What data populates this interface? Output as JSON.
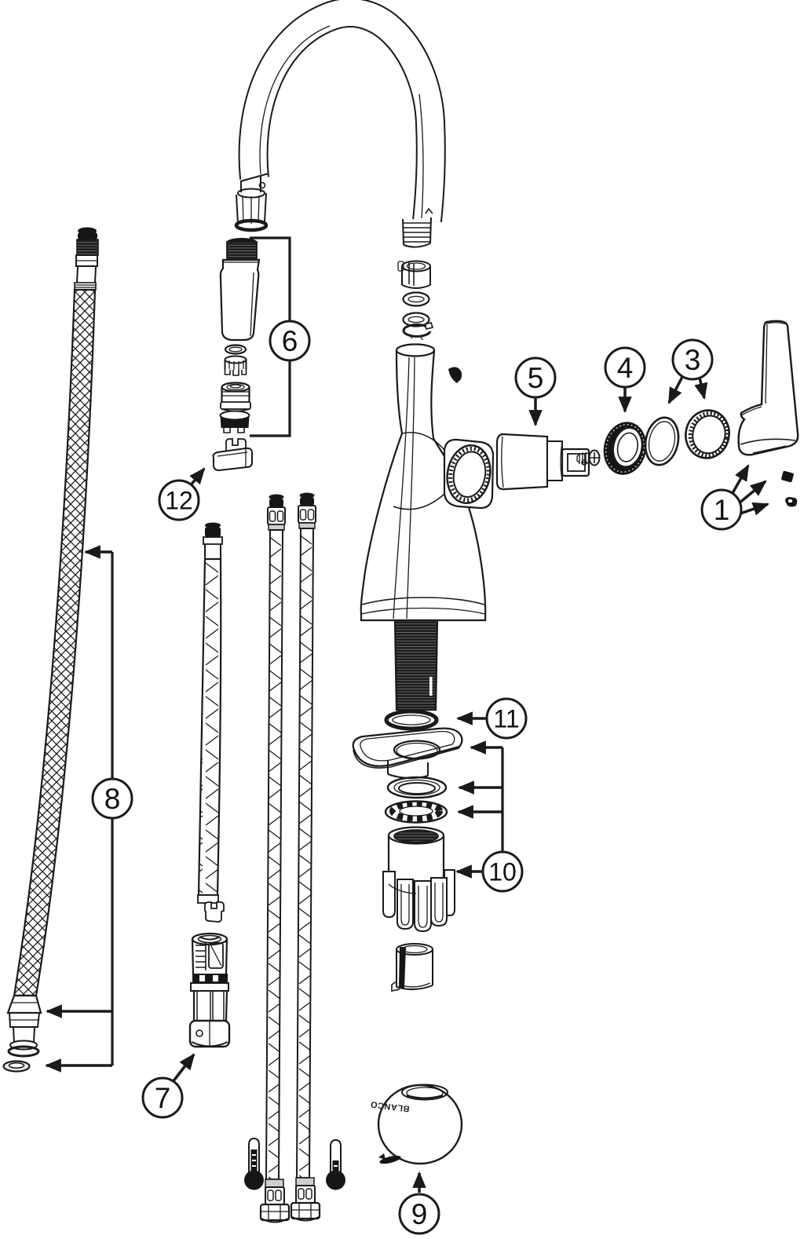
{
  "figure": {
    "kind": "exploded-parts-diagram",
    "background": "#ffffff",
    "line_color": "#1a1a1a",
    "ball_label": "BLANCO",
    "callouts": {
      "c1": "1",
      "c3": "3",
      "c4": "4",
      "c5": "5",
      "c6": "6",
      "c7": "7",
      "c8": "8",
      "c9": "9",
      "c10": "10",
      "c11": "11",
      "c12": "12"
    }
  }
}
